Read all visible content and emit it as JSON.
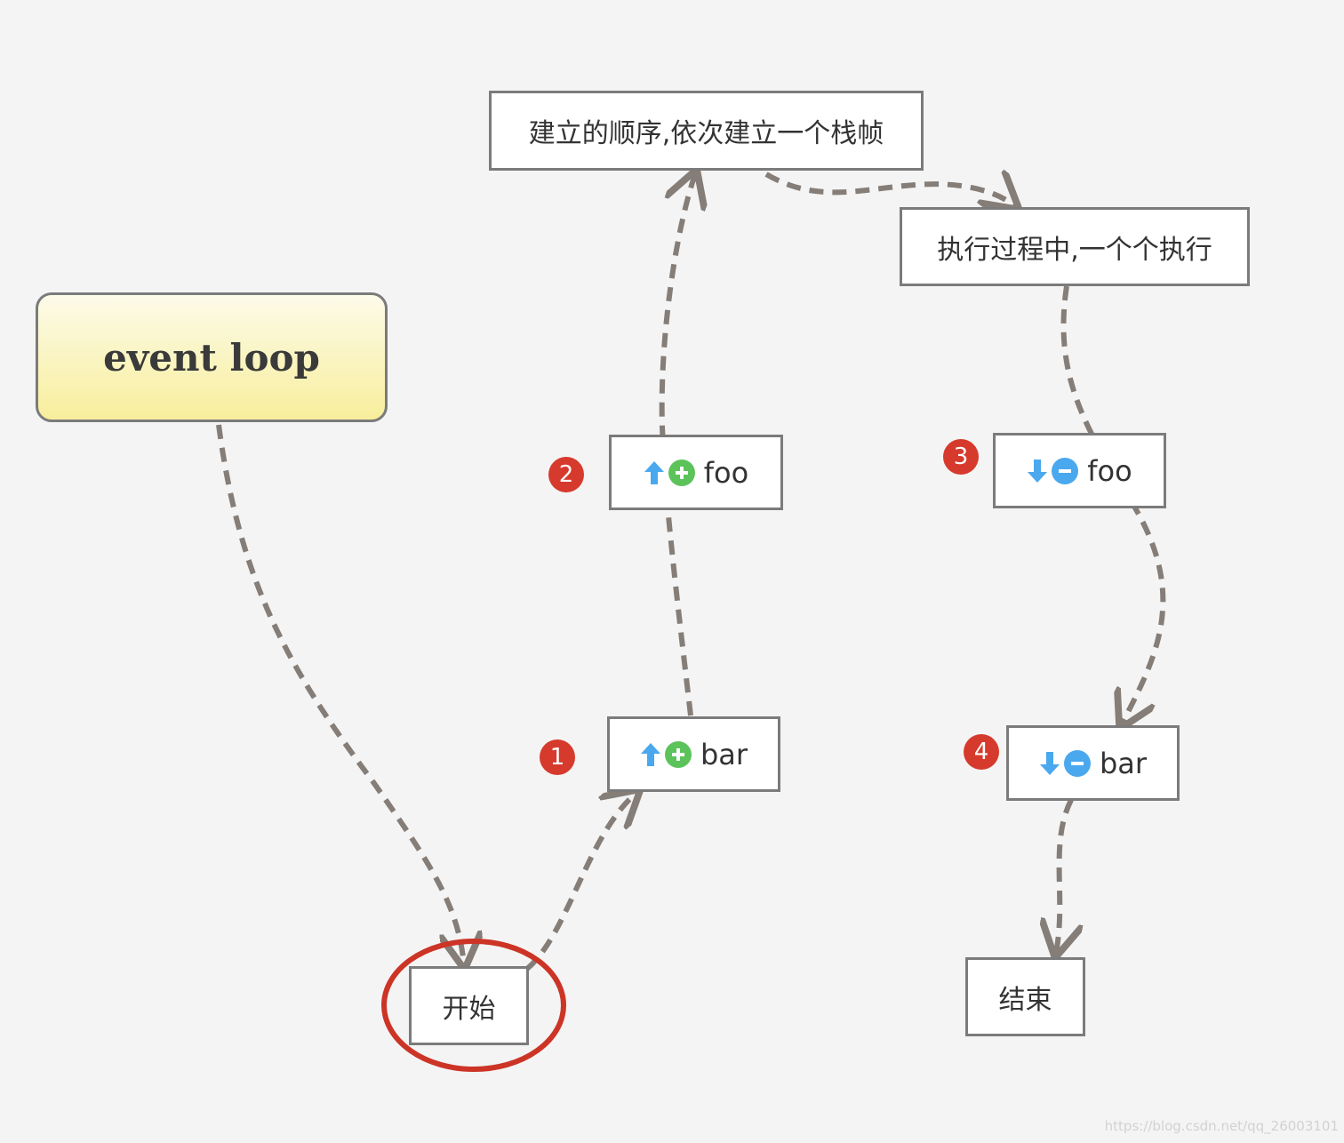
{
  "root": {
    "label": "event loop"
  },
  "notes": {
    "build_order": "建立的顺序,依次建立一个栈帧",
    "exec_order": "执行过程中,一个个执行"
  },
  "start": {
    "label": "开始"
  },
  "end": {
    "label": "结束"
  },
  "steps": [
    {
      "number": "1",
      "label": "bar",
      "direction": "up",
      "op": "plus"
    },
    {
      "number": "2",
      "label": "foo",
      "direction": "up",
      "op": "plus"
    },
    {
      "number": "3",
      "label": "foo",
      "direction": "down",
      "op": "minus"
    },
    {
      "number": "4",
      "label": "bar",
      "direction": "down",
      "op": "minus"
    }
  ],
  "colors": {
    "badge": "#d63a2c",
    "plus": "#5cc35a",
    "minus": "#4aa8ee",
    "arrow": "#4aa8ee",
    "connector": "#857d77",
    "highlight": "#cc3426"
  },
  "watermark": "https://blog.csdn.net/qq_26003101"
}
